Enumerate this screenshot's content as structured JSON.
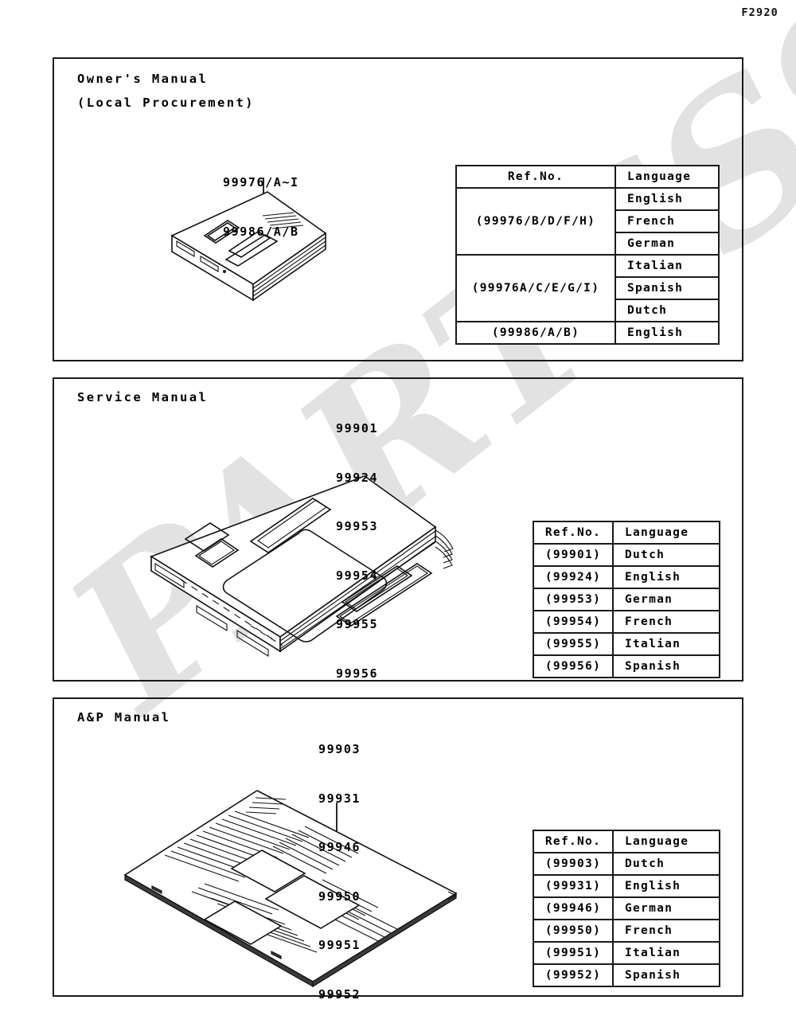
{
  "page": {
    "code": "F2920",
    "watermark": "PARTSSS.com"
  },
  "panels": [
    {
      "id": "owners",
      "title_line1": "Owner's Manual",
      "title_line2": "(Local Procurement)",
      "part_numbers": [
        "99976/A~I",
        "99986/A/B"
      ],
      "table": {
        "headers": [
          "Ref.No.",
          "Language"
        ],
        "rows": [
          {
            "ref": "(99976/B/D/F/H)",
            "rowspan": 3,
            "languages": [
              "English",
              "French",
              "German"
            ]
          },
          {
            "ref": "(99976A/C/E/G/I)",
            "rowspan": 3,
            "languages": [
              "Italian",
              "Spanish",
              "Dutch"
            ]
          },
          {
            "ref": "(99986/A/B)",
            "rowspan": 1,
            "languages": [
              "English"
            ]
          }
        ]
      }
    },
    {
      "id": "service",
      "title_line1": "Service Manual",
      "title_line2": "",
      "part_numbers": [
        "99901",
        "99924",
        "99953",
        "99954",
        "99955",
        "99956"
      ],
      "table": {
        "headers": [
          "Ref.No.",
          "Language"
        ],
        "rows": [
          {
            "ref": "(99901)",
            "rowspan": 1,
            "languages": [
              "Dutch"
            ]
          },
          {
            "ref": "(99924)",
            "rowspan": 1,
            "languages": [
              "English"
            ]
          },
          {
            "ref": "(99953)",
            "rowspan": 1,
            "languages": [
              "German"
            ]
          },
          {
            "ref": "(99954)",
            "rowspan": 1,
            "languages": [
              "French"
            ]
          },
          {
            "ref": "(99955)",
            "rowspan": 1,
            "languages": [
              "Italian"
            ]
          },
          {
            "ref": "(99956)",
            "rowspan": 1,
            "languages": [
              "Spanish"
            ]
          }
        ]
      }
    },
    {
      "id": "ap",
      "title_line1": "A&P Manual",
      "title_line2": "",
      "part_numbers": [
        "99903",
        "99931",
        "99946",
        "99950",
        "99951",
        "99952"
      ],
      "table": {
        "headers": [
          "Ref.No.",
          "Language"
        ],
        "rows": [
          {
            "ref": "(99903)",
            "rowspan": 1,
            "languages": [
              "Dutch"
            ]
          },
          {
            "ref": "(99931)",
            "rowspan": 1,
            "languages": [
              "English"
            ]
          },
          {
            "ref": "(99946)",
            "rowspan": 1,
            "languages": [
              "German"
            ]
          },
          {
            "ref": "(99950)",
            "rowspan": 1,
            "languages": [
              "French"
            ]
          },
          {
            "ref": "(99951)",
            "rowspan": 1,
            "languages": [
              "Italian"
            ]
          },
          {
            "ref": "(99952)",
            "rowspan": 1,
            "languages": [
              "Spanish"
            ]
          }
        ]
      }
    }
  ],
  "colors": {
    "ink": "#111111",
    "watermark": "#e2e2e2",
    "paper": "#ffffff"
  }
}
